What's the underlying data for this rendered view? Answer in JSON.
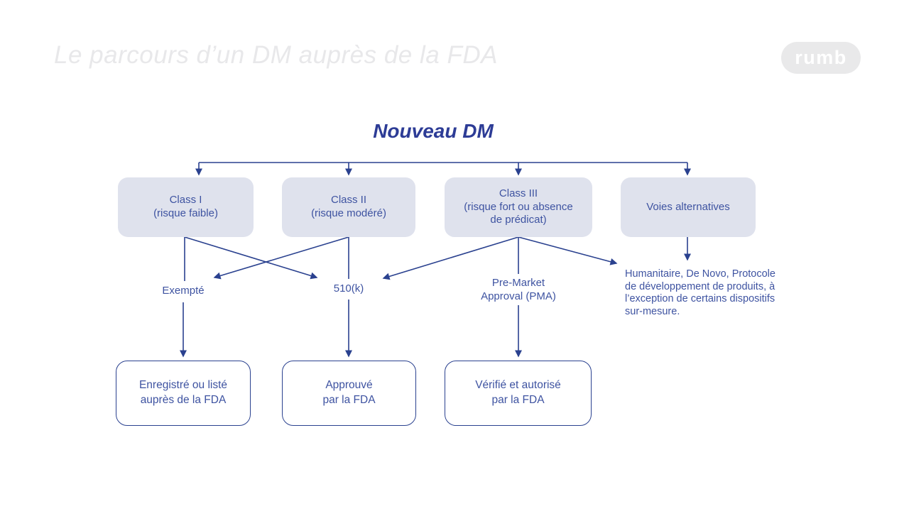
{
  "slide": {
    "title": "Le parcours d’un DM auprès de la FDA",
    "logo_text": "rumb"
  },
  "diagram": {
    "root": "Nouveau DM",
    "classes": [
      {
        "name": "Class I",
        "detail": "(risque faible)"
      },
      {
        "name": "Class II",
        "detail": "(risque modéré)"
      },
      {
        "name": "Class III",
        "detail": "(risque fort ou absence de prédicat)"
      },
      {
        "name": "Voies alternatives",
        "detail": ""
      }
    ],
    "pathways": {
      "exempt": "Exempté",
      "k510": "510(k)",
      "pma": [
        "Pre-Market",
        "Approval (PMA)"
      ],
      "alternatives_note": "Humanitaire, De Novo, Protocole de développement de produits, à l’exception de certains dispositifs sur-mesure."
    },
    "outcomes": [
      {
        "lines": [
          "Enregistré ou listé",
          "auprès de la FDA"
        ]
      },
      {
        "lines": [
          "Approuvé",
          "par la FDA"
        ]
      },
      {
        "lines": [
          "Vérifié et autorisé",
          "par la FDA"
        ]
      }
    ]
  },
  "colors": {
    "accent_line_blue": "#2a418f",
    "text_blue": "#3e53a1",
    "root_title_blue": "#2d3c96",
    "class_box_fill": "#dfe2ed",
    "title_gray": "#e8e8ea",
    "logo_pill_bg": "#e9e9ea",
    "background": "#ffffff"
  }
}
